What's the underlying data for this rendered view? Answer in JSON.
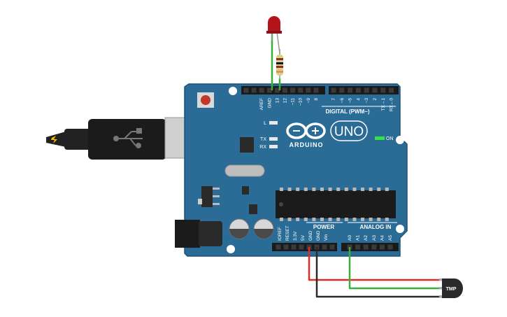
{
  "board": {
    "brand": "ARDUINO",
    "model": "UNO",
    "on_label": "ON",
    "led_l": "L",
    "led_tx": "TX",
    "led_rx": "RX",
    "digital_header": "DIGITAL (PWM~)",
    "power_header": "POWER",
    "analog_header": "ANALOG IN",
    "digital_pins": [
      "AREF",
      "GND",
      "13",
      "12",
      "~11",
      "~10",
      "~9",
      "8",
      "7",
      "~6",
      "~5",
      "4",
      "~3",
      "2",
      "TX→1",
      "RX←0"
    ],
    "power_pins": [
      "IOREF",
      "RESET",
      "3.3V",
      "5V",
      "GND",
      "GND",
      "Vin"
    ],
    "analog_pins": [
      "A0",
      "A1",
      "A2",
      "A3",
      "A4",
      "A5"
    ]
  },
  "sensor": {
    "label": "TMP"
  },
  "colors": {
    "board_blue": "#2b6c96",
    "board_dark": "#1f5277",
    "wire_green": "#3cae3a",
    "wire_red": "#e12b2b",
    "wire_black": "#2a2a2a",
    "led_red": "#b3141a"
  }
}
